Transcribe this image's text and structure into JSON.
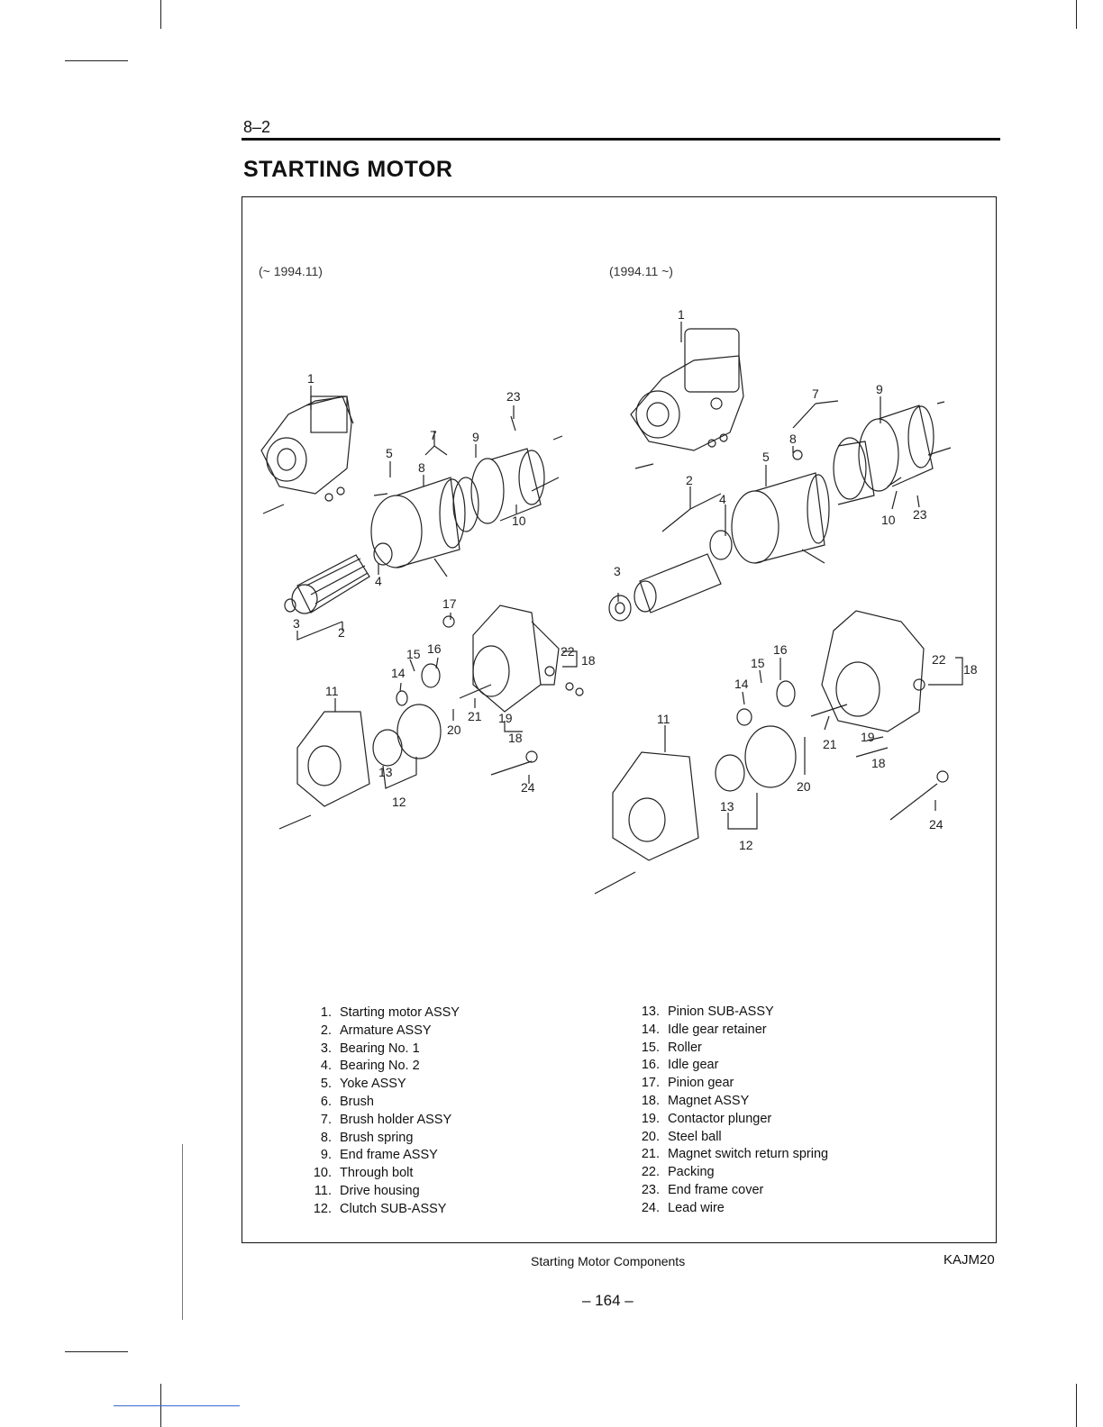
{
  "header": {
    "section": "8–2",
    "title": "STARTING MOTOR"
  },
  "diagram": {
    "left_version": "(~ 1994.11)",
    "right_version": "(1994.11 ~)",
    "left_labels": [
      "1",
      "23",
      "7",
      "9",
      "5",
      "8",
      "10",
      "4",
      "3",
      "2",
      "17",
      "15",
      "16",
      "22",
      "18",
      "14",
      "11",
      "21",
      "19",
      "20",
      "18",
      "13",
      "12",
      "24"
    ],
    "right_labels": [
      "1",
      "7",
      "9",
      "8",
      "5",
      "2",
      "4",
      "10",
      "23",
      "3",
      "16",
      "15",
      "22",
      "18",
      "14",
      "11",
      "21",
      "19",
      "18",
      "20",
      "13",
      "12",
      "24"
    ]
  },
  "legend": {
    "left": [
      {
        "num": "1.",
        "label": "Starting motor ASSY"
      },
      {
        "num": "2.",
        "label": "Armature ASSY"
      },
      {
        "num": "3.",
        "label": "Bearing No. 1"
      },
      {
        "num": "4.",
        "label": "Bearing No. 2"
      },
      {
        "num": "5.",
        "label": "Yoke ASSY"
      },
      {
        "num": "6.",
        "label": "Brush"
      },
      {
        "num": "7.",
        "label": "Brush holder ASSY"
      },
      {
        "num": "8.",
        "label": "Brush spring"
      },
      {
        "num": "9.",
        "label": "End frame ASSY"
      },
      {
        "num": "10.",
        "label": "Through bolt"
      },
      {
        "num": "11.",
        "label": "Drive housing"
      },
      {
        "num": "12.",
        "label": "Clutch SUB-ASSY"
      }
    ],
    "right": [
      {
        "num": "13.",
        "label": "Pinion SUB-ASSY"
      },
      {
        "num": "14.",
        "label": "Idle gear retainer"
      },
      {
        "num": "15.",
        "label": "Roller"
      },
      {
        "num": "16.",
        "label": "Idle gear"
      },
      {
        "num": "17.",
        "label": "Pinion gear"
      },
      {
        "num": "18.",
        "label": "Magnet ASSY"
      },
      {
        "num": "19.",
        "label": "Contactor plunger"
      },
      {
        "num": "20.",
        "label": "Steel ball"
      },
      {
        "num": "21.",
        "label": "Magnet switch return spring"
      },
      {
        "num": "22.",
        "label": "Packing"
      },
      {
        "num": "23.",
        "label": "End frame cover"
      },
      {
        "num": "24.",
        "label": "Lead wire"
      }
    ]
  },
  "footer": {
    "caption": "Starting Motor Components",
    "code": "KAJM20",
    "page": "– 164 –"
  }
}
